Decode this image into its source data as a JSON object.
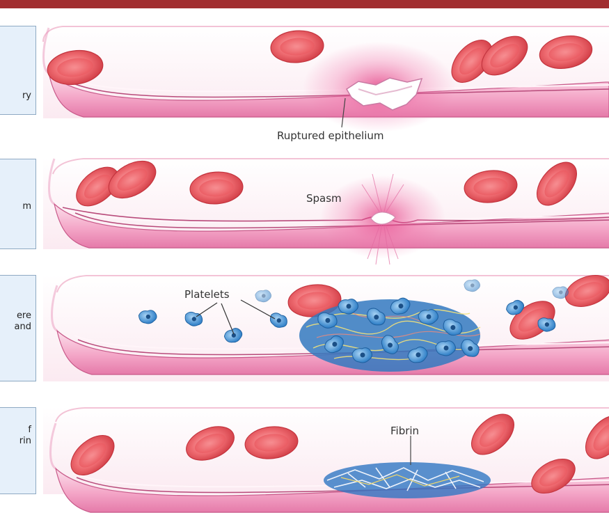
{
  "panels": [
    {
      "side_text": "ry"
    },
    {
      "side_text": "m"
    },
    {
      "side_text": "ere\nand"
    },
    {
      "side_text": "f\nrin"
    }
  ],
  "labels": {
    "ruptured": "Ruptured epithelium",
    "spasm": "Spasm",
    "platelets": "Platelets",
    "fibrin": "Fibrin"
  },
  "colors": {
    "header": "#a12d2f",
    "vessel": "#e77bab",
    "red_cell": "#e8474f",
    "platelet": "#3c8fd2",
    "fibrin": "#2a6fc0"
  }
}
